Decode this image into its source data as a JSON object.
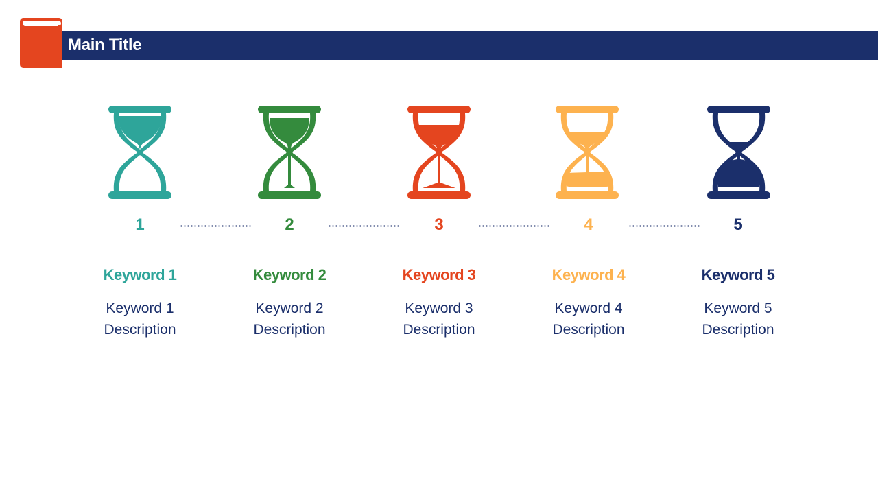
{
  "header": {
    "title": "Main Title",
    "icon": "book-icon",
    "bar_color": "#1b2f6b",
    "icon_color": "#e4451f"
  },
  "steps": [
    {
      "number": "1",
      "keyword": "Keyword 1",
      "desc_line1": "Keyword 1",
      "desc_line2": "Description",
      "color": "#2ea59a",
      "icon": "hourglass-full-icon"
    },
    {
      "number": "2",
      "keyword": "Keyword 2",
      "desc_line1": "Keyword 2",
      "desc_line2": "Description",
      "color": "#348b3d",
      "icon": "hourglass-draining-icon"
    },
    {
      "number": "3",
      "keyword": "Keyword 3",
      "desc_line1": "Keyword 3",
      "desc_line2": "Description",
      "color": "#e4451f",
      "icon": "hourglass-half-icon"
    },
    {
      "number": "4",
      "keyword": "Keyword 4",
      "desc_line1": "Keyword 4",
      "desc_line2": "Description",
      "color": "#fdb24f",
      "icon": "hourglass-mostly-empty-icon"
    },
    {
      "number": "5",
      "keyword": "Keyword 5",
      "desc_line1": "Keyword 5",
      "desc_line2": "Description",
      "color": "#1b2f6b",
      "icon": "hourglass-empty-icon"
    }
  ],
  "text_color": "#1b2f6b"
}
